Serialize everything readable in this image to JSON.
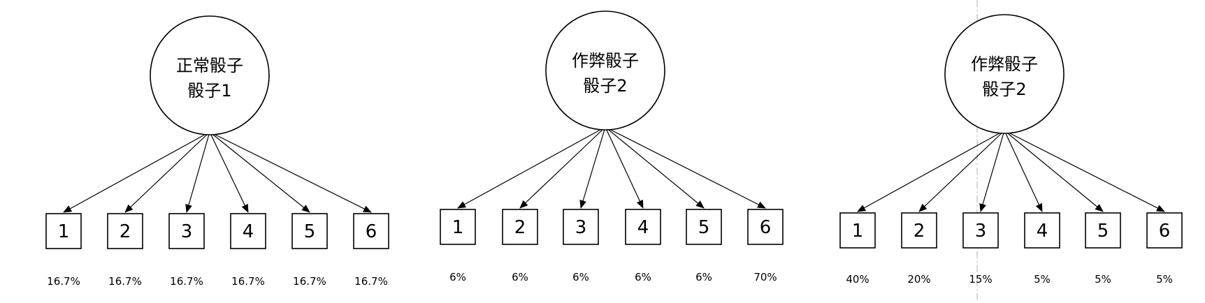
{
  "trees": [
    {
      "root_line1": "正常骰子",
      "root_line2": "骰子1",
      "outcomes": [
        {
          "face": "1",
          "prob": "16.7%"
        },
        {
          "face": "2",
          "prob": "16.7%"
        },
        {
          "face": "3",
          "prob": "16.7%"
        },
        {
          "face": "4",
          "prob": "16.7%"
        },
        {
          "face": "5",
          "prob": "16.7%"
        },
        {
          "face": "6",
          "prob": "16.7%"
        }
      ]
    },
    {
      "root_line1": "作弊骰子",
      "root_line2": "骰子2",
      "outcomes": [
        {
          "face": "1",
          "prob": "6%"
        },
        {
          "face": "2",
          "prob": "6%"
        },
        {
          "face": "3",
          "prob": "6%"
        },
        {
          "face": "4",
          "prob": "6%"
        },
        {
          "face": "5",
          "prob": "6%"
        },
        {
          "face": "6",
          "prob": "70%"
        }
      ]
    },
    {
      "root_line1": "作弊骰子",
      "root_line2": "骰子2",
      "outcomes": [
        {
          "face": "1",
          "prob": "40%"
        },
        {
          "face": "2",
          "prob": "20%"
        },
        {
          "face": "3",
          "prob": "15%"
        },
        {
          "face": "4",
          "prob": "5%"
        },
        {
          "face": "5",
          "prob": "5%"
        },
        {
          "face": "6",
          "prob": "5%"
        }
      ]
    }
  ]
}
